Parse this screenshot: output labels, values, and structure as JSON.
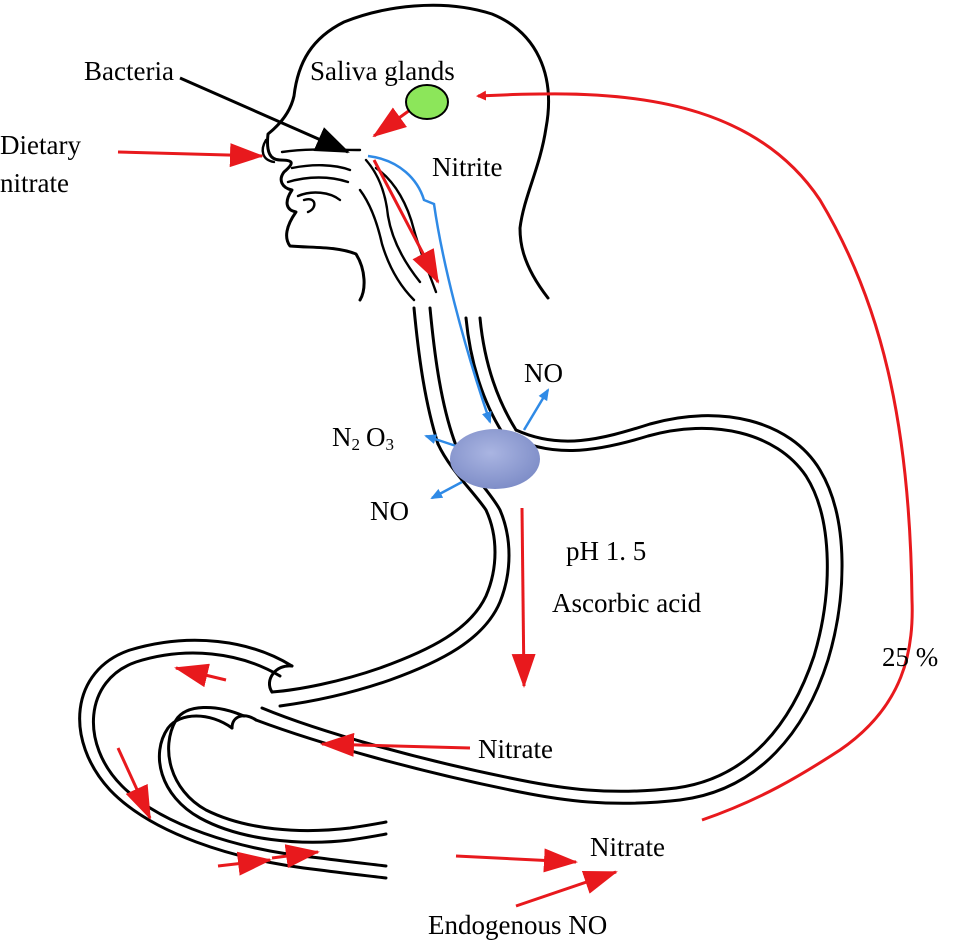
{
  "labels": {
    "bacteria": "Bacteria",
    "saliva_glands": "Saliva glands",
    "dietary": "Dietary",
    "nitrate_word": "nitrate",
    "nitrite": "Nitrite",
    "no_top": "NO",
    "n2o3_n": "N",
    "n2o3_2": "2",
    "n2o3_o": "O",
    "n2o3_3": "3",
    "no_left": "NO",
    "ph": "pH 1. 5",
    "ascorbic": "Ascorbic acid",
    "percent": "25 %",
    "nitrate_stomach": "Nitrate",
    "nitrate_bottom": "Nitrate",
    "endogenous": "Endogenous NO"
  },
  "colors": {
    "arrow_red": "#e8191d",
    "arrow_blue": "#2f8ae6",
    "gland_green": "#8ce65a",
    "stomach_blob": "#8c9ad0",
    "outline": "#000000"
  }
}
